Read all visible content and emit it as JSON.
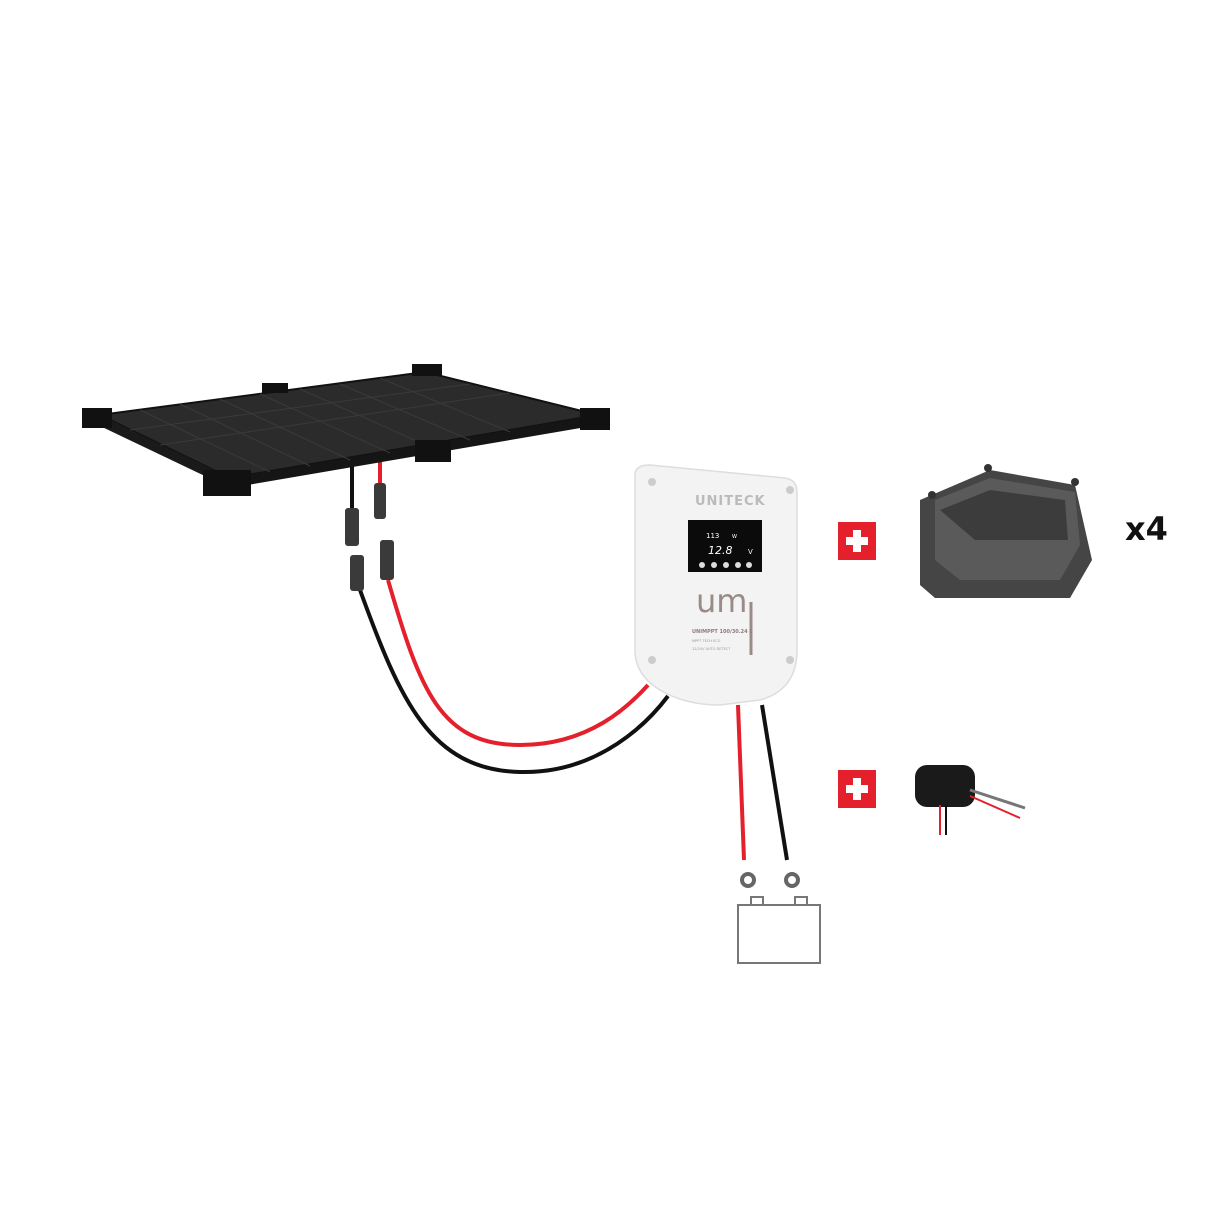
{
  "controller": {
    "brand": "UNITECK",
    "display_power": "113",
    "display_power_unit": "W",
    "display_voltage": "12.8",
    "display_voltage_unit": "V",
    "logo": "um",
    "model": "UNIMPPT 100/30.24 L",
    "subline1": "MPPT TECH ECO",
    "subline2": "12/24V AUTO DETECT"
  },
  "accessories": {
    "corner_mount_quantity": "x4"
  },
  "colors": {
    "plus_badge": "#e3202b",
    "red_cable": "#e3202b",
    "black_cable": "#111111",
    "panel": "#2a2a2a",
    "mount": "#4a4a4a"
  },
  "icons": [
    "plus-icon",
    "battery-icon",
    "solar-panel",
    "charge-controller",
    "corner-mount",
    "temperature-sensor"
  ]
}
